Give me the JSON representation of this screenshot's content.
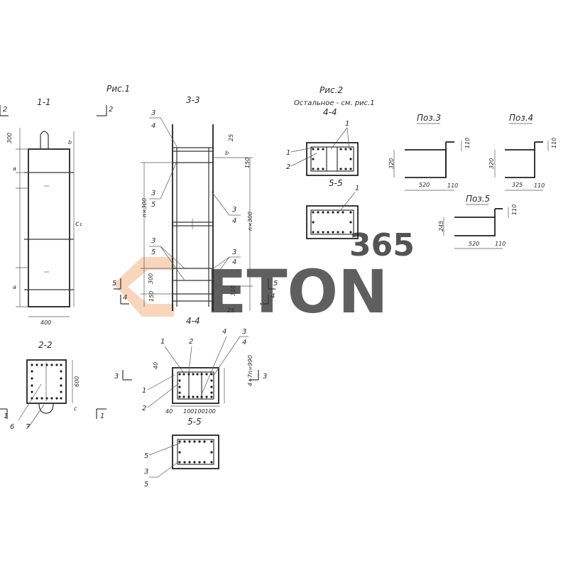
{
  "figures": {
    "fig1": "Рис.1",
    "fig2": "Рис.2",
    "fig2_note": "Остальное - см. рис.1"
  },
  "sections": {
    "s11": "1-1",
    "s22": "2-2",
    "s33": "3-3",
    "s44": "4-4",
    "s55": "5-5",
    "f2_s44": "4-4",
    "f2_s55": "5-5"
  },
  "positions": {
    "poz3": "Поз.3",
    "poz4": "Поз.4",
    "poz5": "Поз.5"
  },
  "dims": {
    "d300": "300",
    "a": "a",
    "b": "b",
    "c1": "c₁",
    "d400": "400",
    "d600": "600",
    "c": "c",
    "d25": "25",
    "d150": "150",
    "n300": "n×300",
    "d310": "310",
    "d40": "40",
    "d100": "100",
    "d100x": "100100100",
    "d4n": "4+7n=990",
    "d320": "320",
    "d110": "110",
    "d520": "520",
    "d325": "325",
    "d245": "245"
  },
  "cut_marks": {
    "m1": "1",
    "m2": "2",
    "m3": "3",
    "m4": "4",
    "m5": "5"
  },
  "callouts": {
    "c1": "1",
    "c2": "2",
    "c3": "3",
    "c4": "4",
    "c5": "5",
    "c6": "6",
    "c7": "7"
  },
  "watermark": {
    "num": "365",
    "brand": "ETON"
  },
  "colors": {
    "line": "#333333",
    "watermark_orange": "#f6c8a6",
    "watermark_gray": "#d9d9d9"
  }
}
